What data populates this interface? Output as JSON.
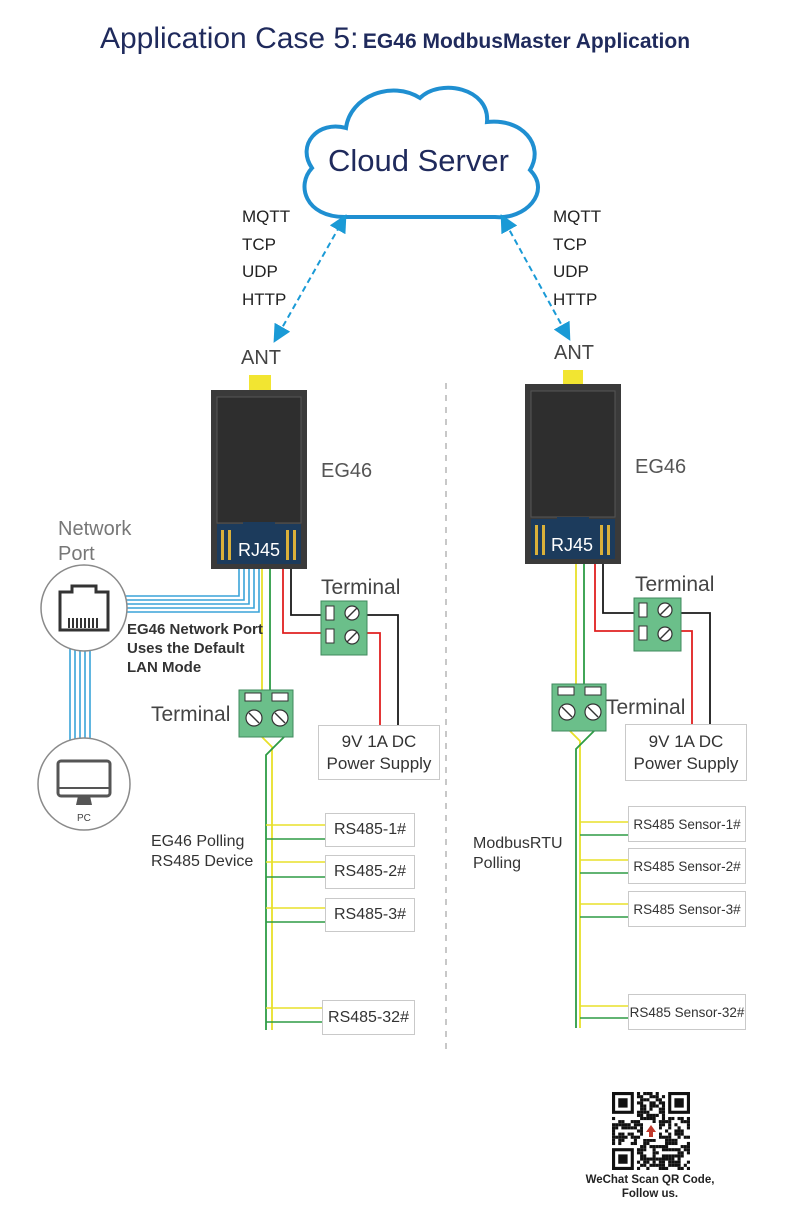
{
  "title": {
    "prefix": "Application Case 5:",
    "rest": "EG46 ModbusMaster Application"
  },
  "cloud": {
    "label": "Cloud Server"
  },
  "protocols": [
    "MQTT",
    "TCP",
    "UDP",
    "HTTP"
  ],
  "left": {
    "ant": "ANT",
    "device": "EG46",
    "rj45": "RJ45",
    "network_port": [
      "Network",
      "Port"
    ],
    "pc": "PC",
    "lan_note": [
      "EG46 Network Port",
      "Uses the Default",
      "LAN Mode"
    ],
    "terminal_top": "Terminal",
    "terminal_bottom": "Terminal",
    "power": [
      "9V 1A DC",
      "Power Supply"
    ],
    "polling": [
      "EG46 Polling",
      "RS485 Device"
    ],
    "devices": [
      "RS485-1#",
      "RS485-2#",
      "RS485-3#",
      "RS485-32#"
    ]
  },
  "right": {
    "ant": "ANT",
    "device": "EG46",
    "rj45": "RJ45",
    "terminal_top": "Terminal",
    "terminal_bottom": "Terminal",
    "power": [
      "9V 1A DC",
      "Power Supply"
    ],
    "polling": [
      "ModbusRTU",
      "Polling"
    ],
    "devices": [
      "RS485 Sensor-1#",
      "RS485 Sensor-2#",
      "RS485 Sensor-3#",
      "RS485 Sensor-32#"
    ]
  },
  "qr": {
    "caption": [
      "WeChat Scan QR Code,",
      "Follow us."
    ]
  },
  "colors": {
    "title": "#1f2a5c",
    "cloud_stroke": "#1f8fd1",
    "arrow": "#1a9ad6",
    "device_body": "#3a3a3a",
    "antenna": "#f2e531",
    "terminal": "#6bbf8a",
    "rs485_a": "#e8e02a",
    "rs485_b": "#2e9c45",
    "power_pos": "#e02020",
    "power_neg": "#1a1a1a",
    "ethernet": "#3aa3d8"
  }
}
